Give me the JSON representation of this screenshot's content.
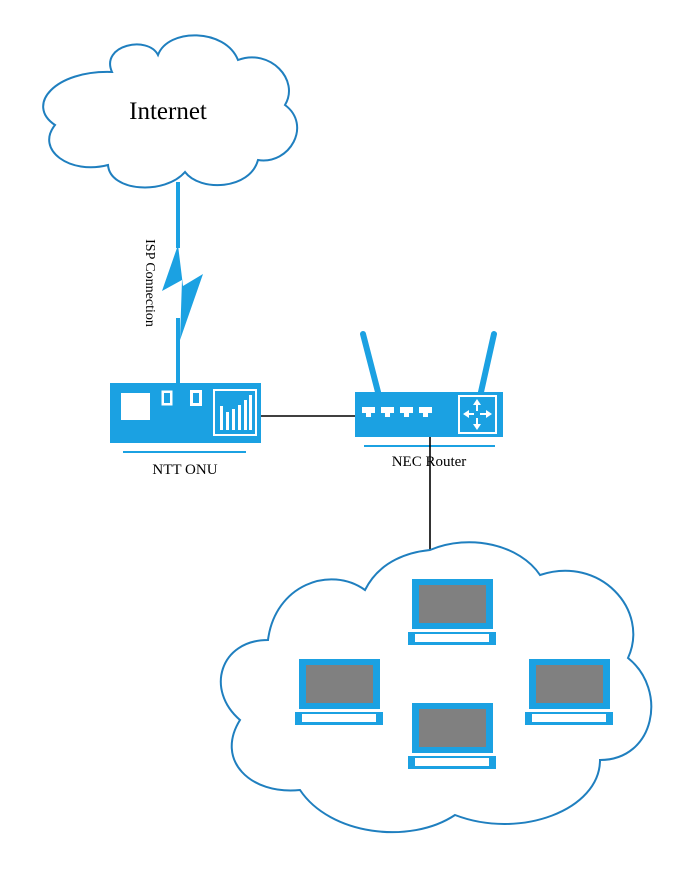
{
  "nodes": {
    "internet": {
      "label": "Internet"
    },
    "onu": {
      "label": "NTT ONU"
    },
    "router": {
      "label": "NEC Router"
    }
  },
  "links": {
    "isp": {
      "label": "ISP Connection"
    }
  },
  "colors": {
    "device": "#1ba1e2",
    "cloud_stroke": "#1f7fbf",
    "screen": "#808080",
    "line": "#000000"
  },
  "lan": {
    "laptop_count": 4
  }
}
